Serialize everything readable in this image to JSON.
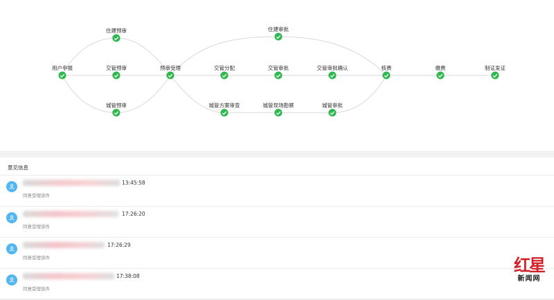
{
  "flow": {
    "nodes": [
      {
        "id": "user-report",
        "label": "用户申报"
      },
      {
        "id": "housing-pre",
        "label": "住建预审"
      },
      {
        "id": "traffic-pre",
        "label": "交管预审"
      },
      {
        "id": "urban-pre",
        "label": "城管预审"
      },
      {
        "id": "pre-accept",
        "label": "预审受理"
      },
      {
        "id": "traffic-assign",
        "label": "交管分配"
      },
      {
        "id": "traffic-approve",
        "label": "交管审批"
      },
      {
        "id": "traffic-confirm",
        "label": "交管审批确认"
      },
      {
        "id": "housing-approve",
        "label": "住建审批"
      },
      {
        "id": "urban-plan-review",
        "label": "城管方案审查"
      },
      {
        "id": "urban-site-survey",
        "label": "城管现场勘察"
      },
      {
        "id": "urban-approve",
        "label": "城管审批"
      },
      {
        "id": "assess-fee",
        "label": "核费"
      },
      {
        "id": "collect-fee",
        "label": "缴费"
      },
      {
        "id": "issue-cert",
        "label": "制证发证"
      }
    ]
  },
  "opinions": {
    "title": "意见信息",
    "items": [
      {
        "time": "13:45:58",
        "text": "同意受理该件"
      },
      {
        "time": "17:26:20",
        "text": "同意受理该件"
      },
      {
        "time": "17:26:29",
        "text": "同意受理该件"
      },
      {
        "time": "17:38:08",
        "text": "同意受理该件"
      }
    ]
  },
  "watermark": {
    "big": "红星",
    "small": "新闻网"
  },
  "colors": {
    "check": "#2fb84f",
    "avatar": "#54b6f0",
    "brand": "#d31f26"
  }
}
